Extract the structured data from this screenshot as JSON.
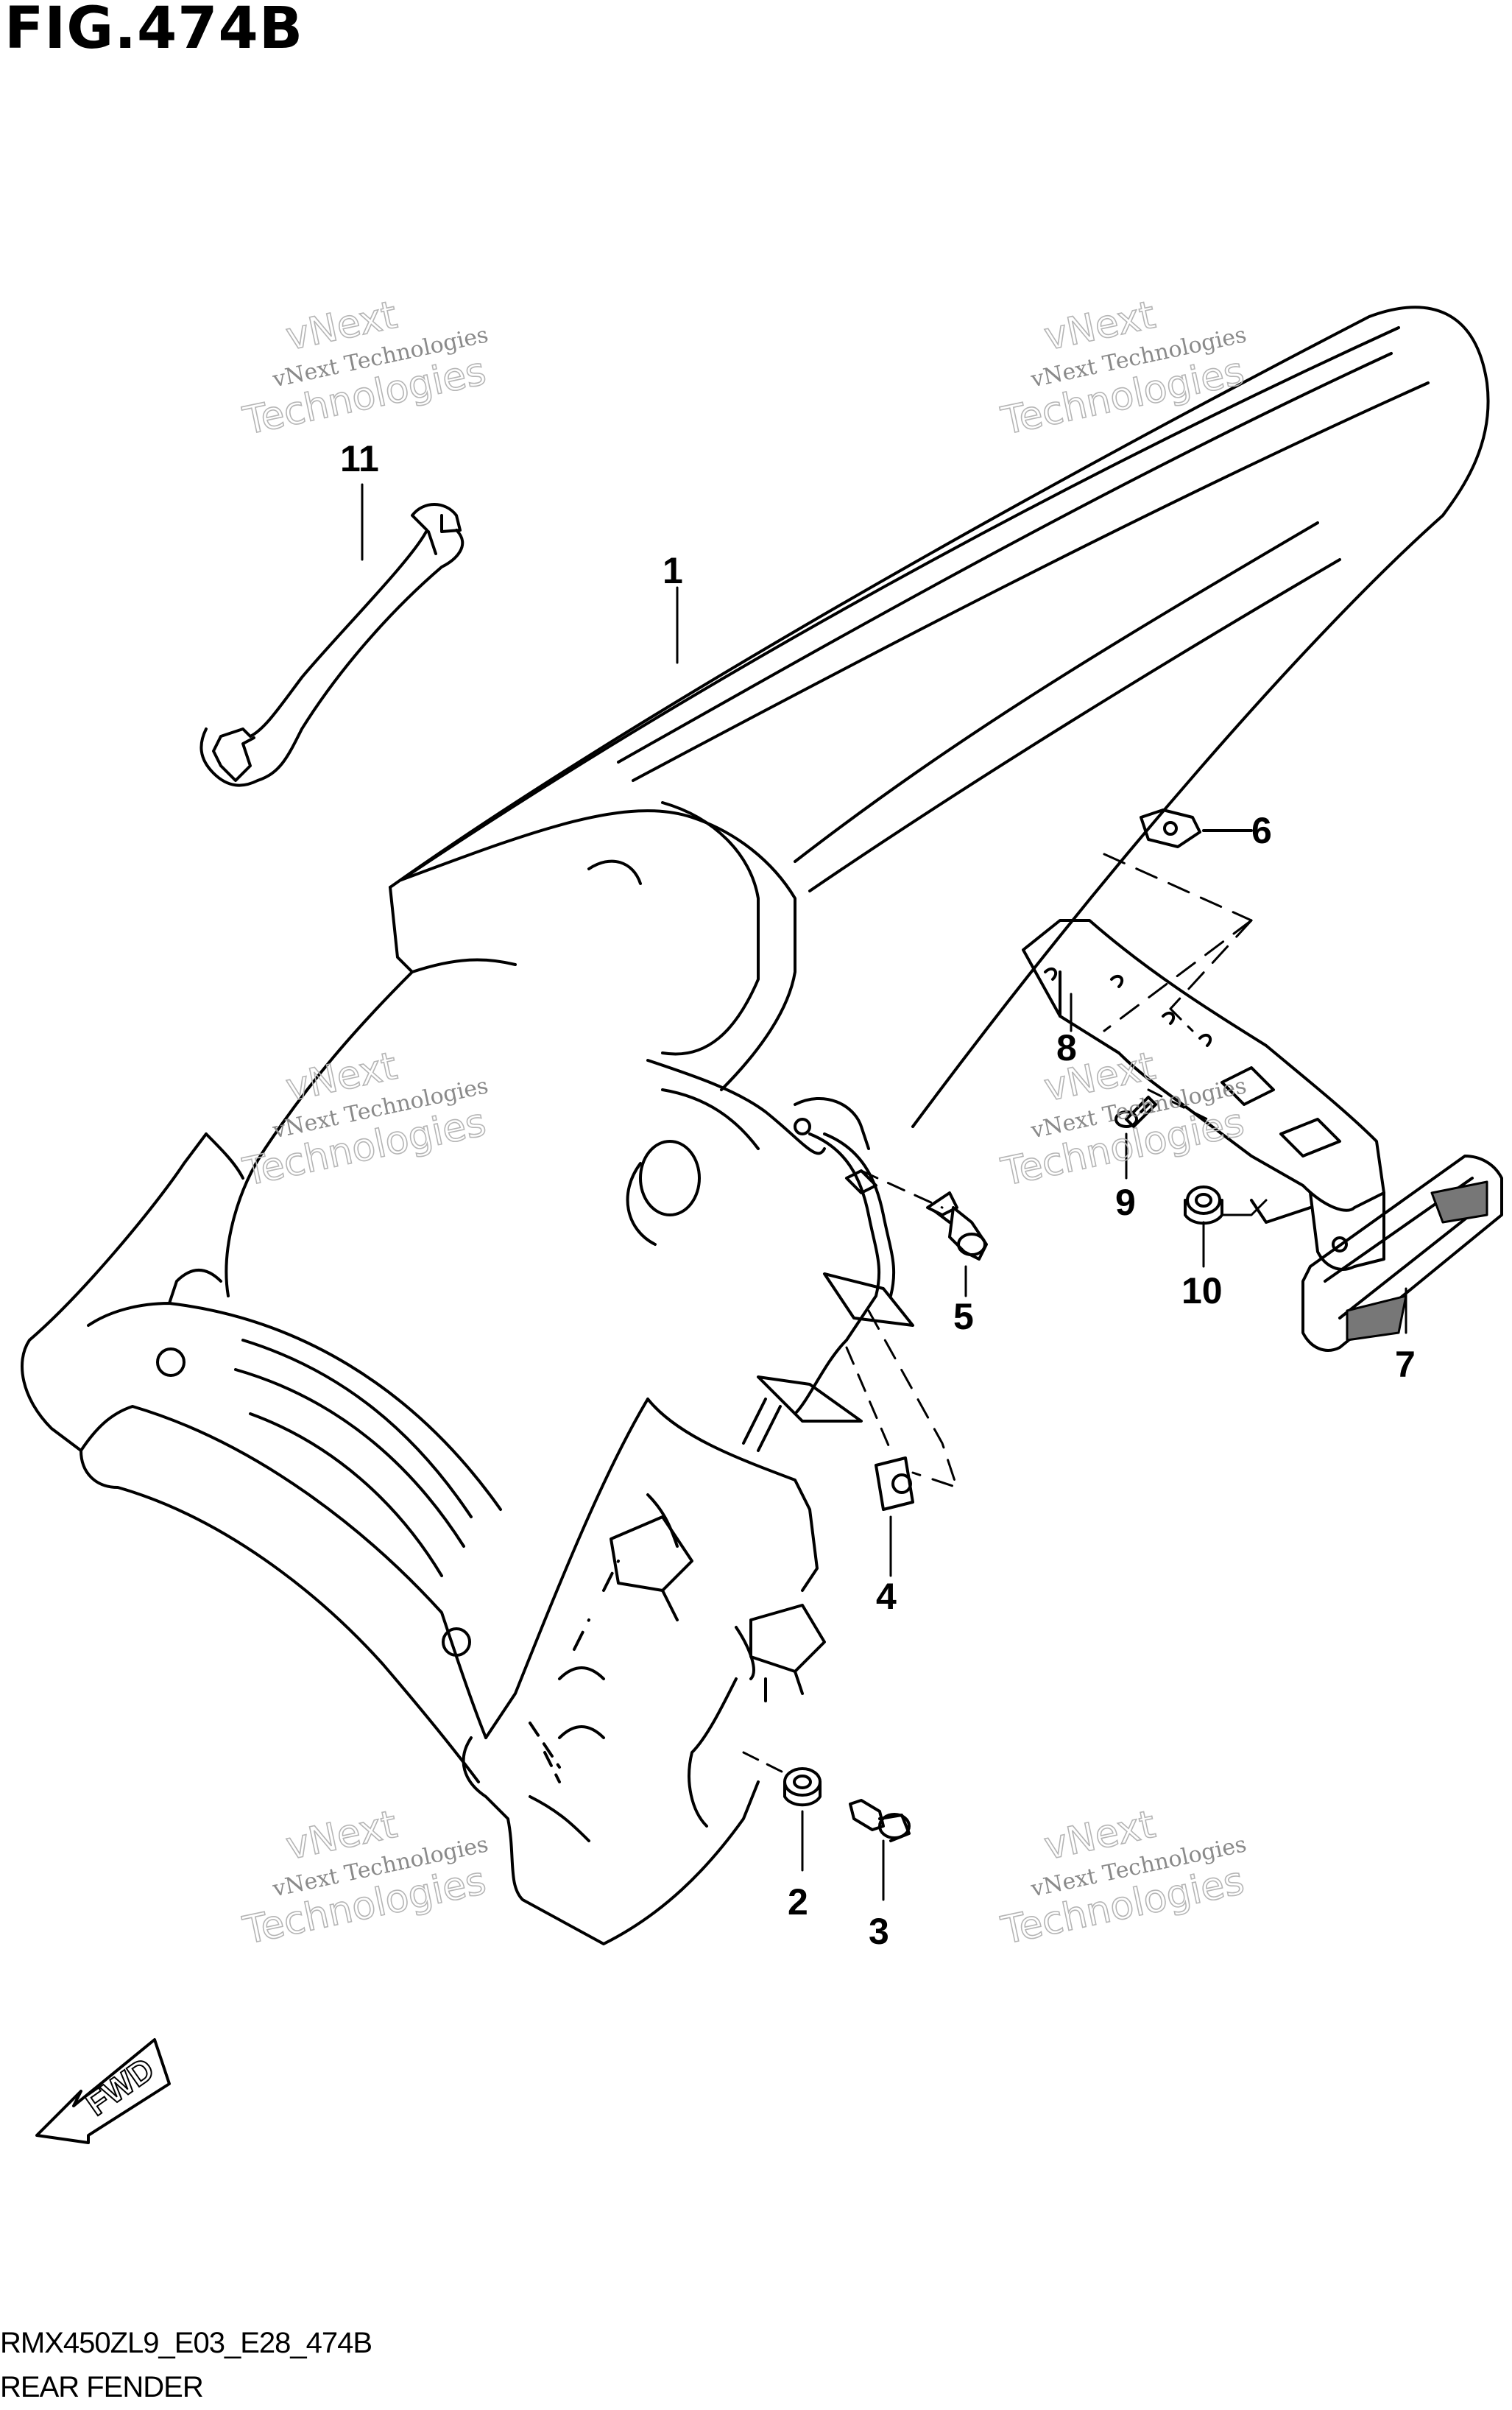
{
  "figure": {
    "title": "FIG.474B",
    "model_code": "RMX450ZL9_E03_E28_474B",
    "part_name": "REAR FENDER"
  },
  "fwd_label": "FWD",
  "watermark": {
    "line1": "vNext",
    "line2": "vNext Technologies",
    "line3": "Technologies"
  },
  "callouts": [
    "1",
    "2",
    "3",
    "4",
    "5",
    "6",
    "7",
    "8",
    "9",
    "10",
    "11"
  ],
  "colors": {
    "ink": "#000000",
    "watermark": "#b5b5b5",
    "background": "#ffffff"
  }
}
